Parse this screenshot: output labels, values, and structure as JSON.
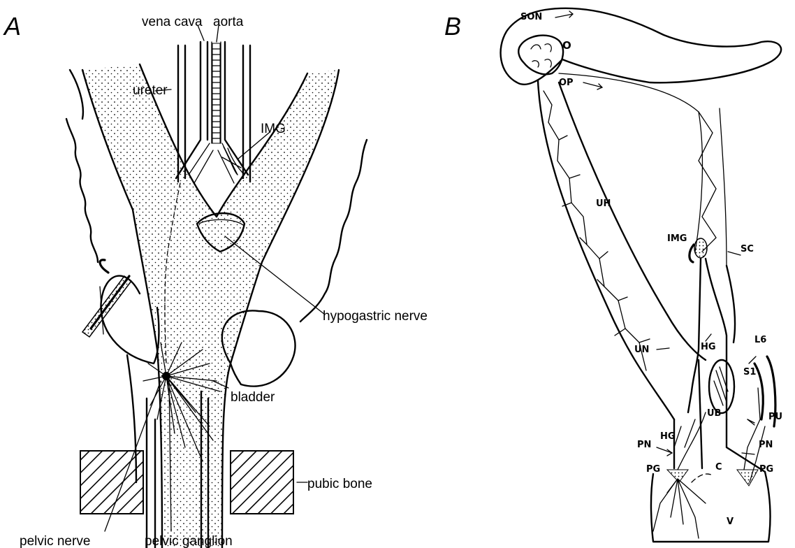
{
  "panel_a": {
    "letter": "A",
    "labels": {
      "vena_cava": "vena cava",
      "aorta": "aorta",
      "ureter": "ureter",
      "img": "IMG",
      "hypogastric_nerve": "hypogastric nerve",
      "bladder": "bladder",
      "pubic_bone": "pubic bone",
      "pelvic_nerve": "pelvic nerve",
      "pelvic_ganglion": "pelvic ganglion"
    }
  },
  "panel_b": {
    "letter": "B",
    "labels": {
      "son": "SON",
      "o": "O",
      "op": "OP",
      "uh": "UH",
      "img": "IMG",
      "sc": "SC",
      "hg_top": "HG",
      "un": "UN",
      "l6": "L6",
      "s1": "S1",
      "ub": "UB",
      "pu": "PU",
      "hg_left": "HG",
      "pn_left": "PN",
      "pn_right": "PN",
      "pg_left": "PG",
      "pg_right": "PG",
      "c": "C",
      "v": "V"
    }
  }
}
